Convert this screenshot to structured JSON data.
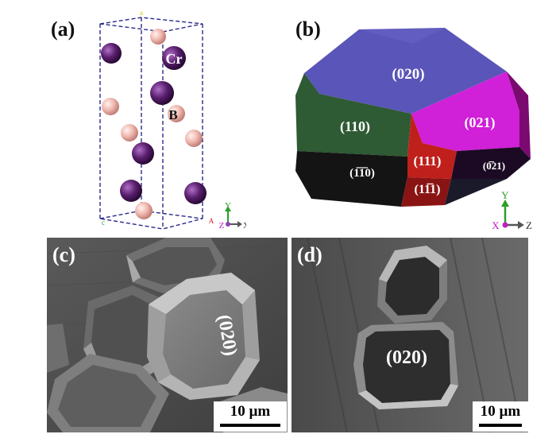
{
  "panels": {
    "a": {
      "label": "(a)",
      "atom_labels": {
        "cr": "Cr",
        "b": "B"
      },
      "axes": {
        "y": "Y",
        "z": "Z",
        "x": "X"
      },
      "corner_labels": {
        "top": "a",
        "origin": "c",
        "right": "A"
      }
    },
    "b": {
      "label": "(b)",
      "facets": {
        "top": "(020)",
        "left": "(110)",
        "right": "(021)",
        "front": "(111)",
        "lower_left": "(1̅1̅0)",
        "lower_front": "(11̅1)",
        "lower_right": "(0̅21)"
      },
      "axes": {
        "y": "Y",
        "x": "X",
        "z": "Z"
      }
    },
    "c": {
      "label": "(c)",
      "facet_label": "(020)",
      "scale_bar": "10 µm"
    },
    "d": {
      "label": "(d)",
      "facet_label": "(020)",
      "scale_bar": "10 µm"
    }
  },
  "colors": {
    "cr_atom": "#5a1f6e",
    "b_atom": "#f0b8b0",
    "cell_edges": "#2a2a8a",
    "facet_020": "#5a55b8",
    "facet_110": "#2e5a34",
    "facet_021": "#d020d8",
    "facet_111": "#c0201c",
    "facet_dark": "#141414"
  }
}
